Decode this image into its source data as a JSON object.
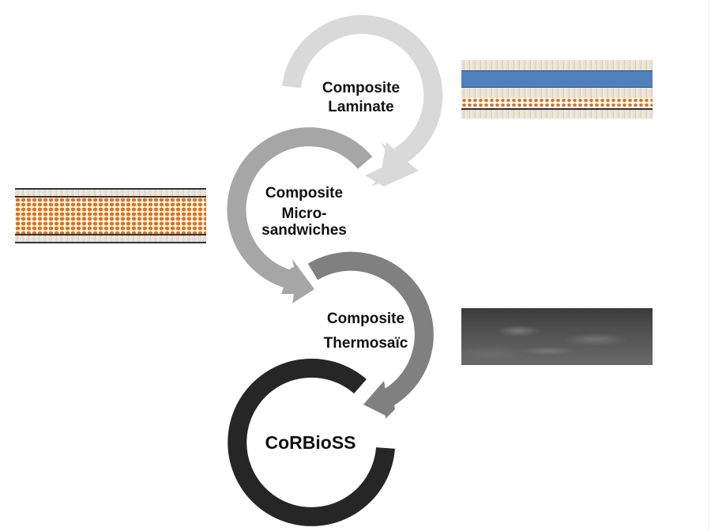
{
  "diagram": {
    "title": "Composite evolution cycle",
    "stages": [
      {
        "id": "laminate",
        "label_lines": [
          "Composite",
          "Laminate"
        ],
        "ring_color": "#d9d9d9",
        "image": "laminate-cross-section",
        "image_layers": [
          "fiber",
          "blue-film",
          "fiber",
          "orange-foam",
          "dark-line",
          "fiber"
        ]
      },
      {
        "id": "micro-sandwiches",
        "label_lines": [
          "Composite",
          "Micro-",
          "sandwiches"
        ],
        "ring_color": "#a6a6a6",
        "image": "micro-sandwich-cross-section",
        "image_layers": [
          "dark-line",
          "fiber",
          "dark-line",
          "orange-foam",
          "dark-line",
          "fiber",
          "dark-line"
        ]
      },
      {
        "id": "thermosaic",
        "label_lines": [
          "Composite",
          "Thermosaïc"
        ],
        "ring_color": "#808080",
        "image": "thermosaic-surface-photo"
      },
      {
        "id": "corbioss",
        "label_lines": [
          "CoRBioSS"
        ],
        "ring_color": "#262626"
      }
    ],
    "colors": {
      "blue_layer": "#4f81bd",
      "orange_layer": "#e46c0a",
      "fiber_layer": "#e6ddcc",
      "text": "#111111"
    }
  }
}
